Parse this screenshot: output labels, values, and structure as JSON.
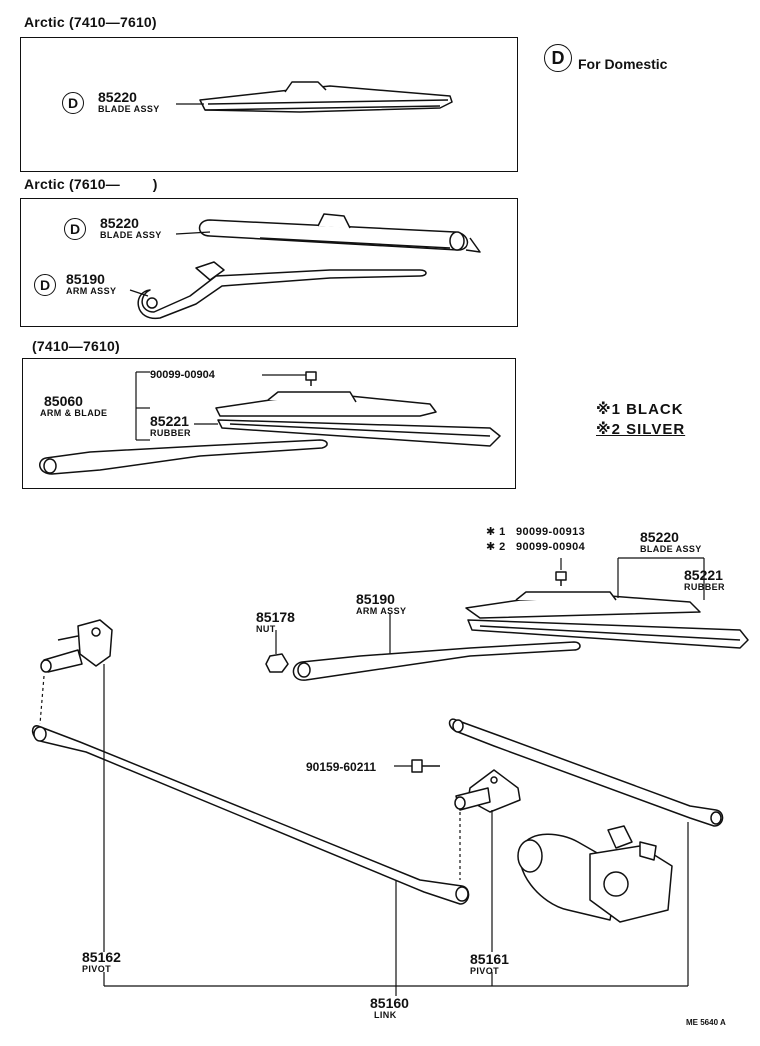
{
  "sections": {
    "arctic_early": {
      "title": "Arctic (7410—7610)"
    },
    "arctic_late": {
      "title": "Arctic (7610—        )"
    },
    "standard": {
      "title": "(7410—7610)"
    }
  },
  "domestic_mark": "D",
  "legend_text": "For Domestic",
  "color_notes": [
    "※1  BLACK",
    "※2  SILVER"
  ],
  "parts": {
    "blade_assy": {
      "number": "85220",
      "name": "BLADE ASSY"
    },
    "arm_assy": {
      "number": "85190",
      "name": "ARM ASSY"
    },
    "arm_blade": {
      "number": "85060",
      "name": "ARM & BLADE"
    },
    "rubber": {
      "number": "85221",
      "name": "RUBBER"
    },
    "screw": {
      "number": "90099-00904"
    },
    "nut": {
      "number": "85178",
      "name": "NUT"
    },
    "pivot_left": {
      "number": "85162",
      "name": "PIVOT"
    },
    "pivot_right": {
      "number": "85161",
      "name": "PIVOT"
    },
    "link": {
      "number": "85160",
      "name": "LINK"
    },
    "bolt": {
      "number": "90159-60211"
    },
    "screw_variants": [
      "✱ 1   90099-00913",
      "✱ 2   90099-00904"
    ]
  },
  "figure_code": "ME 5640 A"
}
